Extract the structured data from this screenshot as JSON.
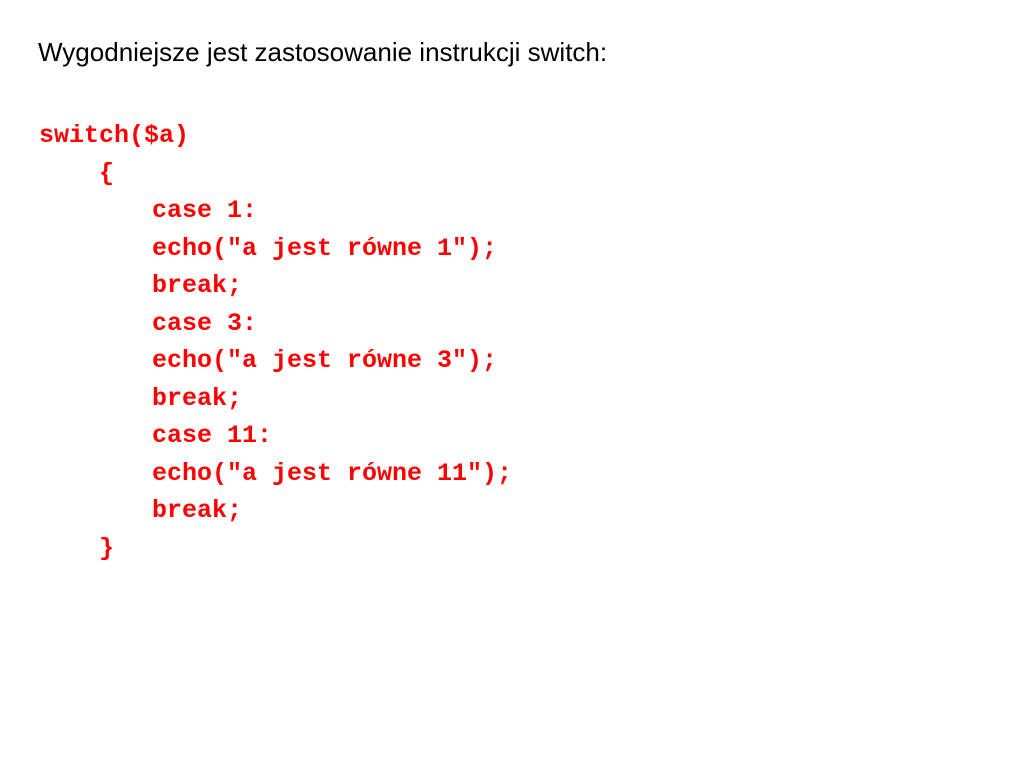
{
  "intro_text": "Wygodniejsze jest zastosowanie instrukcji switch:",
  "code_color": "#ff0000",
  "code_lines": [
    "switch($a)",
    "{",
    "case 1:",
    "echo(\"a jest równe 1\");",
    "break;",
    "case 3:",
    "echo(\"a jest równe 3\");",
    "break;",
    "case 11:",
    "echo(\"a jest równe 11\");",
    "break;",
    "}"
  ]
}
